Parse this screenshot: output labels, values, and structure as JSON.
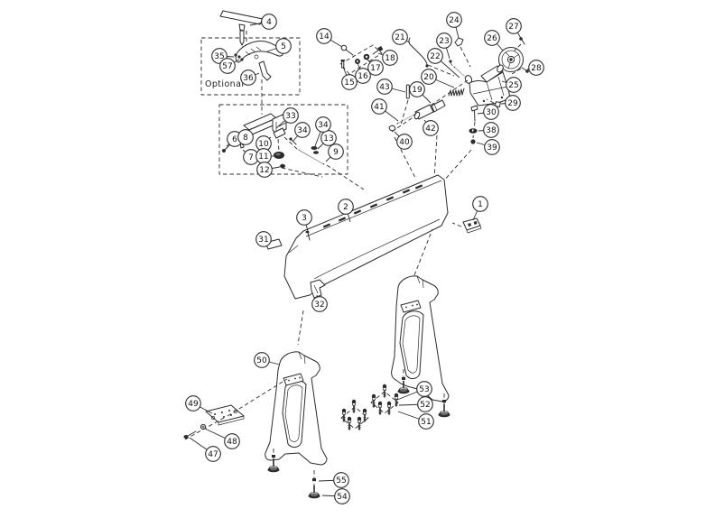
{
  "diagram": {
    "optional_label": "Optional",
    "callouts": {
      "b1": "1",
      "b2": "2",
      "b3": "3",
      "b4": "4",
      "b5": "5",
      "b6": "6",
      "b7": "7",
      "b8": "8",
      "b9": "9",
      "b10": "10",
      "b11": "11",
      "b12": "12",
      "b13": "13",
      "b14": "14",
      "b15": "15",
      "b16": "16",
      "b17": "17",
      "b18": "18",
      "b19": "19",
      "b20": "20",
      "b21": "21",
      "b22": "22",
      "b23": "23",
      "b24": "24",
      "b25": "25",
      "b26": "26",
      "b27": "27",
      "b28": "28",
      "b29": "29",
      "b30": "30",
      "b31": "31",
      "b32": "32",
      "b33": "33",
      "b34": "34",
      "b35": "35",
      "b36": "36",
      "b38": "38",
      "b39": "39",
      "b40": "40",
      "b41": "41",
      "b42": "42",
      "b43": "43",
      "b47": "47",
      "b48": "48",
      "b49": "49",
      "b50": "50",
      "b51": "51",
      "b52": "52",
      "b53": "53",
      "b54": "54",
      "b55": "55",
      "b57": "57"
    }
  }
}
